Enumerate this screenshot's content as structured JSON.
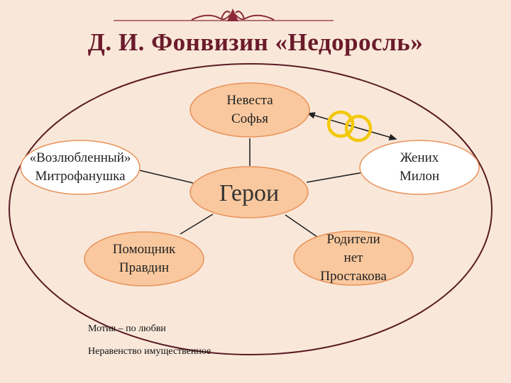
{
  "title": "Д. И. Фонвизин «Недоросль»",
  "colors": {
    "background": "#f9e8da",
    "title": "#6b1b2b",
    "outer_ellipse_stroke": "#5a1a24",
    "node_fill_peach": "#f9c89e",
    "node_stroke": "#e8925a",
    "node_fill_white": "#ffffff",
    "ring": "#f2c80a",
    "ornament": "#8a2a3a"
  },
  "icons": {
    "ornament": "decorative-scroll-ornament",
    "rings": "wedding-rings-icon"
  },
  "center": {
    "label": "Герои"
  },
  "nodes": {
    "sofia": {
      "line1": "Невеста",
      "line2": "Софья"
    },
    "milon": {
      "line1": "Жених",
      "line2": "Милон"
    },
    "mitrofan": {
      "line1": "«Возлюбленный»",
      "line2": "Митрофанушка"
    },
    "pravdin": {
      "line1": "Помощник",
      "line2": "Правдин"
    },
    "parents": {
      "line1": "Родители",
      "line2": "нет",
      "line3": "Простакова"
    }
  },
  "notes": {
    "motive": "Мотив – по любви",
    "inequality": "Неравенство имущественное"
  }
}
